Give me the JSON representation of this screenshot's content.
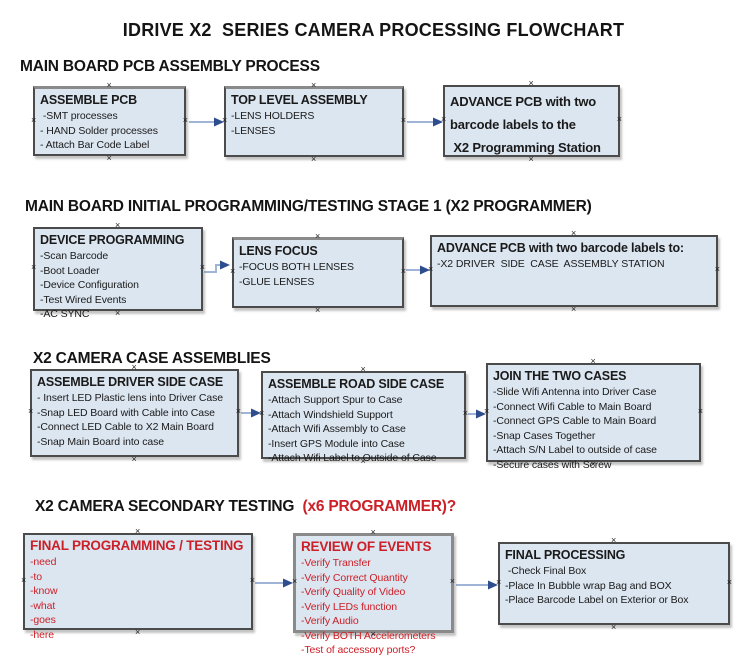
{
  "page": {
    "title": "IDRIVE X2  SERIES CAMERA PROCESSING FLOWCHART"
  },
  "colors": {
    "box_fill": "#dce6f1",
    "box_border": "#4b4b4b",
    "red_text": "#cc2028",
    "arrow_line": "#9fb4d7",
    "arrow_head": "#2e4d8f",
    "black_text": "#141414"
  },
  "sections": [
    {
      "heading": "MAIN BOARD PCB ASSEMBLY PROCESS",
      "boxes": [
        {
          "title": "ASSEMBLE PCB",
          "items": [
            " -SMT processes",
            "- HAND Solder processes",
            "- Attach Bar Code Label"
          ]
        },
        {
          "title": "TOP LEVEL ASSEMBLY",
          "items": [
            "-LENS HOLDERS",
            "-LENSES"
          ]
        },
        {
          "title": "",
          "items": [
            "ADVANCE PCB with two",
            "barcode labels to the",
            " X2 Programming Station"
          ]
        }
      ]
    },
    {
      "heading": "MAIN BOARD INITIAL PROGRAMMING/TESTING STAGE 1 (X2 PROGRAMMER)",
      "boxes": [
        {
          "title": "DEVICE PROGRAMMING",
          "items": [
            "-Scan Barcode",
            "-Boot Loader",
            "-Device Configuration",
            "-Test Wired Events",
            "-AC SYNC"
          ]
        },
        {
          "title": "LENS FOCUS",
          "items": [
            "-FOCUS BOTH LENSES",
            "-GLUE LENSES"
          ]
        },
        {
          "title": "ADVANCE PCB with two barcode labels to:",
          "items": [
            "-X2 DRIVER  SIDE  CASE  ASSEMBLY STATION"
          ]
        }
      ]
    },
    {
      "heading": "X2 CAMERA CASE ASSEMBLIES",
      "boxes": [
        {
          "title": "ASSEMBLE DRIVER SIDE CASE",
          "items": [
            "- Insert LED Plastic lens into Driver Case",
            "-Snap LED Board with Cable into Case",
            "-Connect LED Cable to X2 Main Board",
            "-Snap Main Board into case"
          ]
        },
        {
          "title": "ASSEMBLE ROAD SIDE CASE",
          "items": [
            "-Attach Support Spur to Case",
            "-Attach Windshield Support",
            "-Attach Wifi Assembly to Case",
            "-Insert GPS Module into Case",
            "-Attach Wifi Label to Outside of Case"
          ]
        },
        {
          "title": "JOIN THE TWO CASES",
          "items": [
            "-Slide Wifi Antenna into Driver Case",
            "-Connect Wifi Cable to Main Board",
            "-Connect GPS Cable to Main Board",
            "-Snap Cases Together",
            "-Attach S/N Label to outside of case",
            "-Secure cases with Screw"
          ]
        }
      ]
    },
    {
      "heading": "X2 CAMERA SECONDARY TESTING  ",
      "heading_red": "(x6 PROGRAMMER)?",
      "boxes": [
        {
          "title": "FINAL PROGRAMMING / TESTING",
          "items": [
            "-need",
            "-to",
            "-know",
            "-what",
            "-goes",
            "-here"
          ]
        },
        {
          "title": "REVIEW OF EVENTS",
          "items": [
            "-Verify Transfer",
            "-Verify Correct Quantity",
            "-Verify Quality of Video",
            "-Verify LEDs function",
            "-Verify Audio",
            "-Verify BOTH Accelerometers",
            "-Test of accessory ports?"
          ]
        },
        {
          "title": "FINAL PROCESSING",
          "items": [
            " -Check Final Box",
            "-Place In Bubble wrap Bag and BOX",
            "-Place Barcode Label on Exterior or Box"
          ]
        }
      ]
    }
  ]
}
